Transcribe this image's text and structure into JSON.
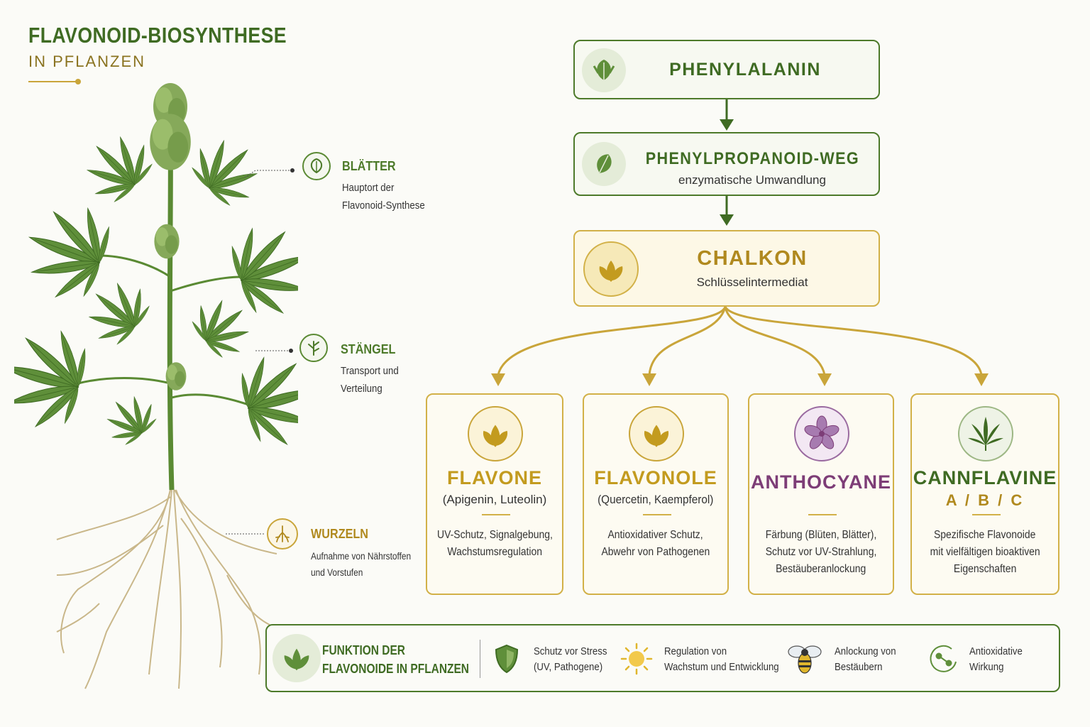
{
  "header": {
    "title": "FLAVONOID-BIOSYNTHESE",
    "subtitle": "IN PFLANZEN"
  },
  "plant_parts": [
    {
      "title": "BLÄTTER",
      "desc_lines": [
        "Hauptort der",
        "Flavonoid-Synthese"
      ],
      "icon": "leaf-icon"
    },
    {
      "title": "STÄNGEL",
      "desc_lines": [
        "Transport und",
        "Verteilung"
      ],
      "icon": "stem-icon"
    },
    {
      "title": "WURZELN",
      "desc_lines": [
        "Aufnahme von Nährstoffen",
        "und Vorstufen"
      ],
      "icon": "roots-icon"
    }
  ],
  "pathway": [
    {
      "title": "PHENYLALANIN",
      "subtitle": "",
      "icon": "leaf-icon"
    },
    {
      "title": "PHENYLPROPANOID-WEG",
      "subtitle": "enzymatische Umwandlung",
      "icon": "leaf-icon"
    },
    {
      "title": "CHALKON",
      "subtitle": "Schlüsselintermediat",
      "icon": "golden-leaves-icon"
    }
  ],
  "classes": [
    {
      "title": "FLAVONE",
      "subtitle": "(Apigenin, Luteolin)",
      "desc_lines": [
        "UV-Schutz, Signalgebung,",
        "Wachstumsregulation"
      ],
      "icon": "golden-leaves-icon",
      "color": "#c39b1f"
    },
    {
      "title": "FLAVONOLE",
      "subtitle": "(Quercetin, Kaempferol)",
      "desc_lines": [
        "Antioxidativer Schutz,",
        "Abwehr von Pathogenen"
      ],
      "icon": "golden-leaves-icon",
      "color": "#c39b1f"
    },
    {
      "title": "ANTHOCYANE",
      "subtitle": "",
      "desc_lines": [
        "Färbung (Blüten, Blätter),",
        "Schutz vor UV-Strahlung,",
        "Bestäuberanlockung"
      ],
      "icon": "purple-flower-icon",
      "color": "#7d3d77"
    },
    {
      "title": "CANNFLAVINE",
      "subtitle": "A / B / C",
      "desc_lines": [
        "Spezifische Flavonoide",
        "mit vielfältigen bioaktiven",
        "Eigenschaften"
      ],
      "icon": "cannabis-leaf-icon",
      "color": "#3f6b23"
    }
  ],
  "functions": {
    "heading_lines": [
      "FUNKTION DER",
      "FLAVONOIDE IN PFLANZEN"
    ],
    "items": [
      {
        "lines": [
          "Schutz vor Stress",
          "(UV, Pathogene)"
        ],
        "icon": "shield-icon"
      },
      {
        "lines": [
          "Regulation von",
          "Wachstum und Entwicklung"
        ],
        "icon": "sun-icon"
      },
      {
        "lines": [
          "Anlockung von",
          "Bestäubern"
        ],
        "icon": "bee-icon"
      },
      {
        "lines": [
          "Antioxidative",
          "Wirkung"
        ],
        "icon": "molecule-icon"
      }
    ]
  },
  "colors": {
    "green": "#3f6b23",
    "gold": "#c39b1f",
    "purple": "#7d3d77",
    "background": "#fbfbf7"
  }
}
